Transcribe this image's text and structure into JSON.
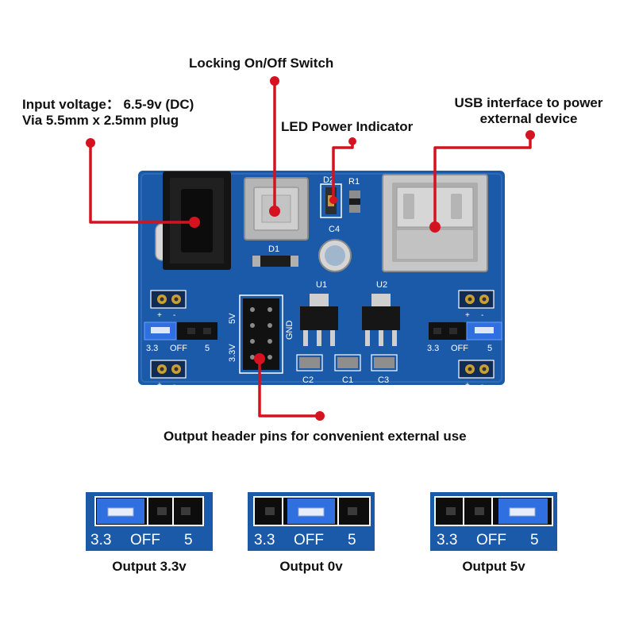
{
  "callouts": {
    "input_voltage": {
      "line1": "Input voltage： 6.5-9v (DC)",
      "line2": "Via 5.5mm x 2.5mm plug"
    },
    "switch": {
      "label": "Locking On/Off Switch"
    },
    "led": {
      "label": "LED Power Indicator"
    },
    "usb": {
      "line1": "USB interface to power",
      "line2": "external device"
    },
    "header_pins": {
      "label": "Output header pins for convenient external use"
    }
  },
  "board": {
    "designators": {
      "d2": "D2",
      "r1": "R1",
      "c4": "C4",
      "d1": "D1",
      "u1": "U1",
      "u2": "U2",
      "c1": "C1",
      "c2": "C2",
      "c3": "C3",
      "gnd": "GND",
      "v5": "5V",
      "v33": "3.3V"
    },
    "jumper_left": {
      "l33": "3.3",
      "loff": "OFF",
      "l5": "5"
    },
    "jumper_right": {
      "l33": "3.3",
      "loff": "OFF",
      "l5": "5"
    },
    "pins": {
      "plus": "+",
      "minus": "-"
    }
  },
  "jumper_examples": [
    {
      "caption": "Output 3.3v",
      "jumper_position": "3.3",
      "labels": [
        "3.3",
        "OFF",
        "5"
      ]
    },
    {
      "caption": "Output 0v",
      "jumper_position": "OFF",
      "labels": [
        "3.3",
        "OFF",
        "5"
      ]
    },
    {
      "caption": "Output 5v",
      "jumper_position": "5",
      "labels": [
        "3.3",
        "OFF",
        "5"
      ]
    }
  ],
  "colors": {
    "pcb": "#1a5aa8",
    "callout": "#d5121f",
    "jumper": "#2f6fe0",
    "silkscreen": "#ffffff"
  }
}
